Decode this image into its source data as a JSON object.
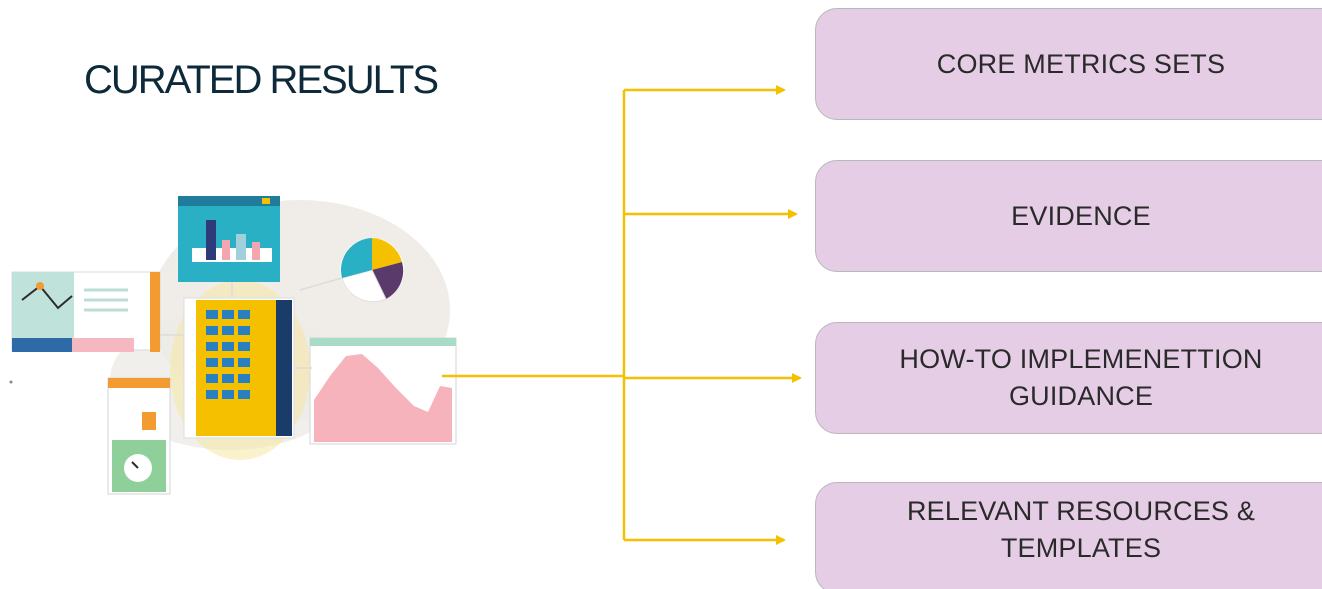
{
  "heading": "CURATED RESULTS",
  "boxes": [
    {
      "label": "CORE METRICS SETS"
    },
    {
      "label": "EVIDENCE"
    },
    {
      "label": "HOW-TO IMPLEMENETTION GUIDANCE"
    },
    {
      "label": "RELEVANT RESOURCES & TEMPLATES"
    }
  ],
  "colors": {
    "connector": "#f5c000",
    "box_fill": "#e6cde6",
    "box_border": "#b9b9b9",
    "heading_text": "#0e2a3a"
  },
  "icons": [
    "analytics-dashboard-illustration"
  ]
}
